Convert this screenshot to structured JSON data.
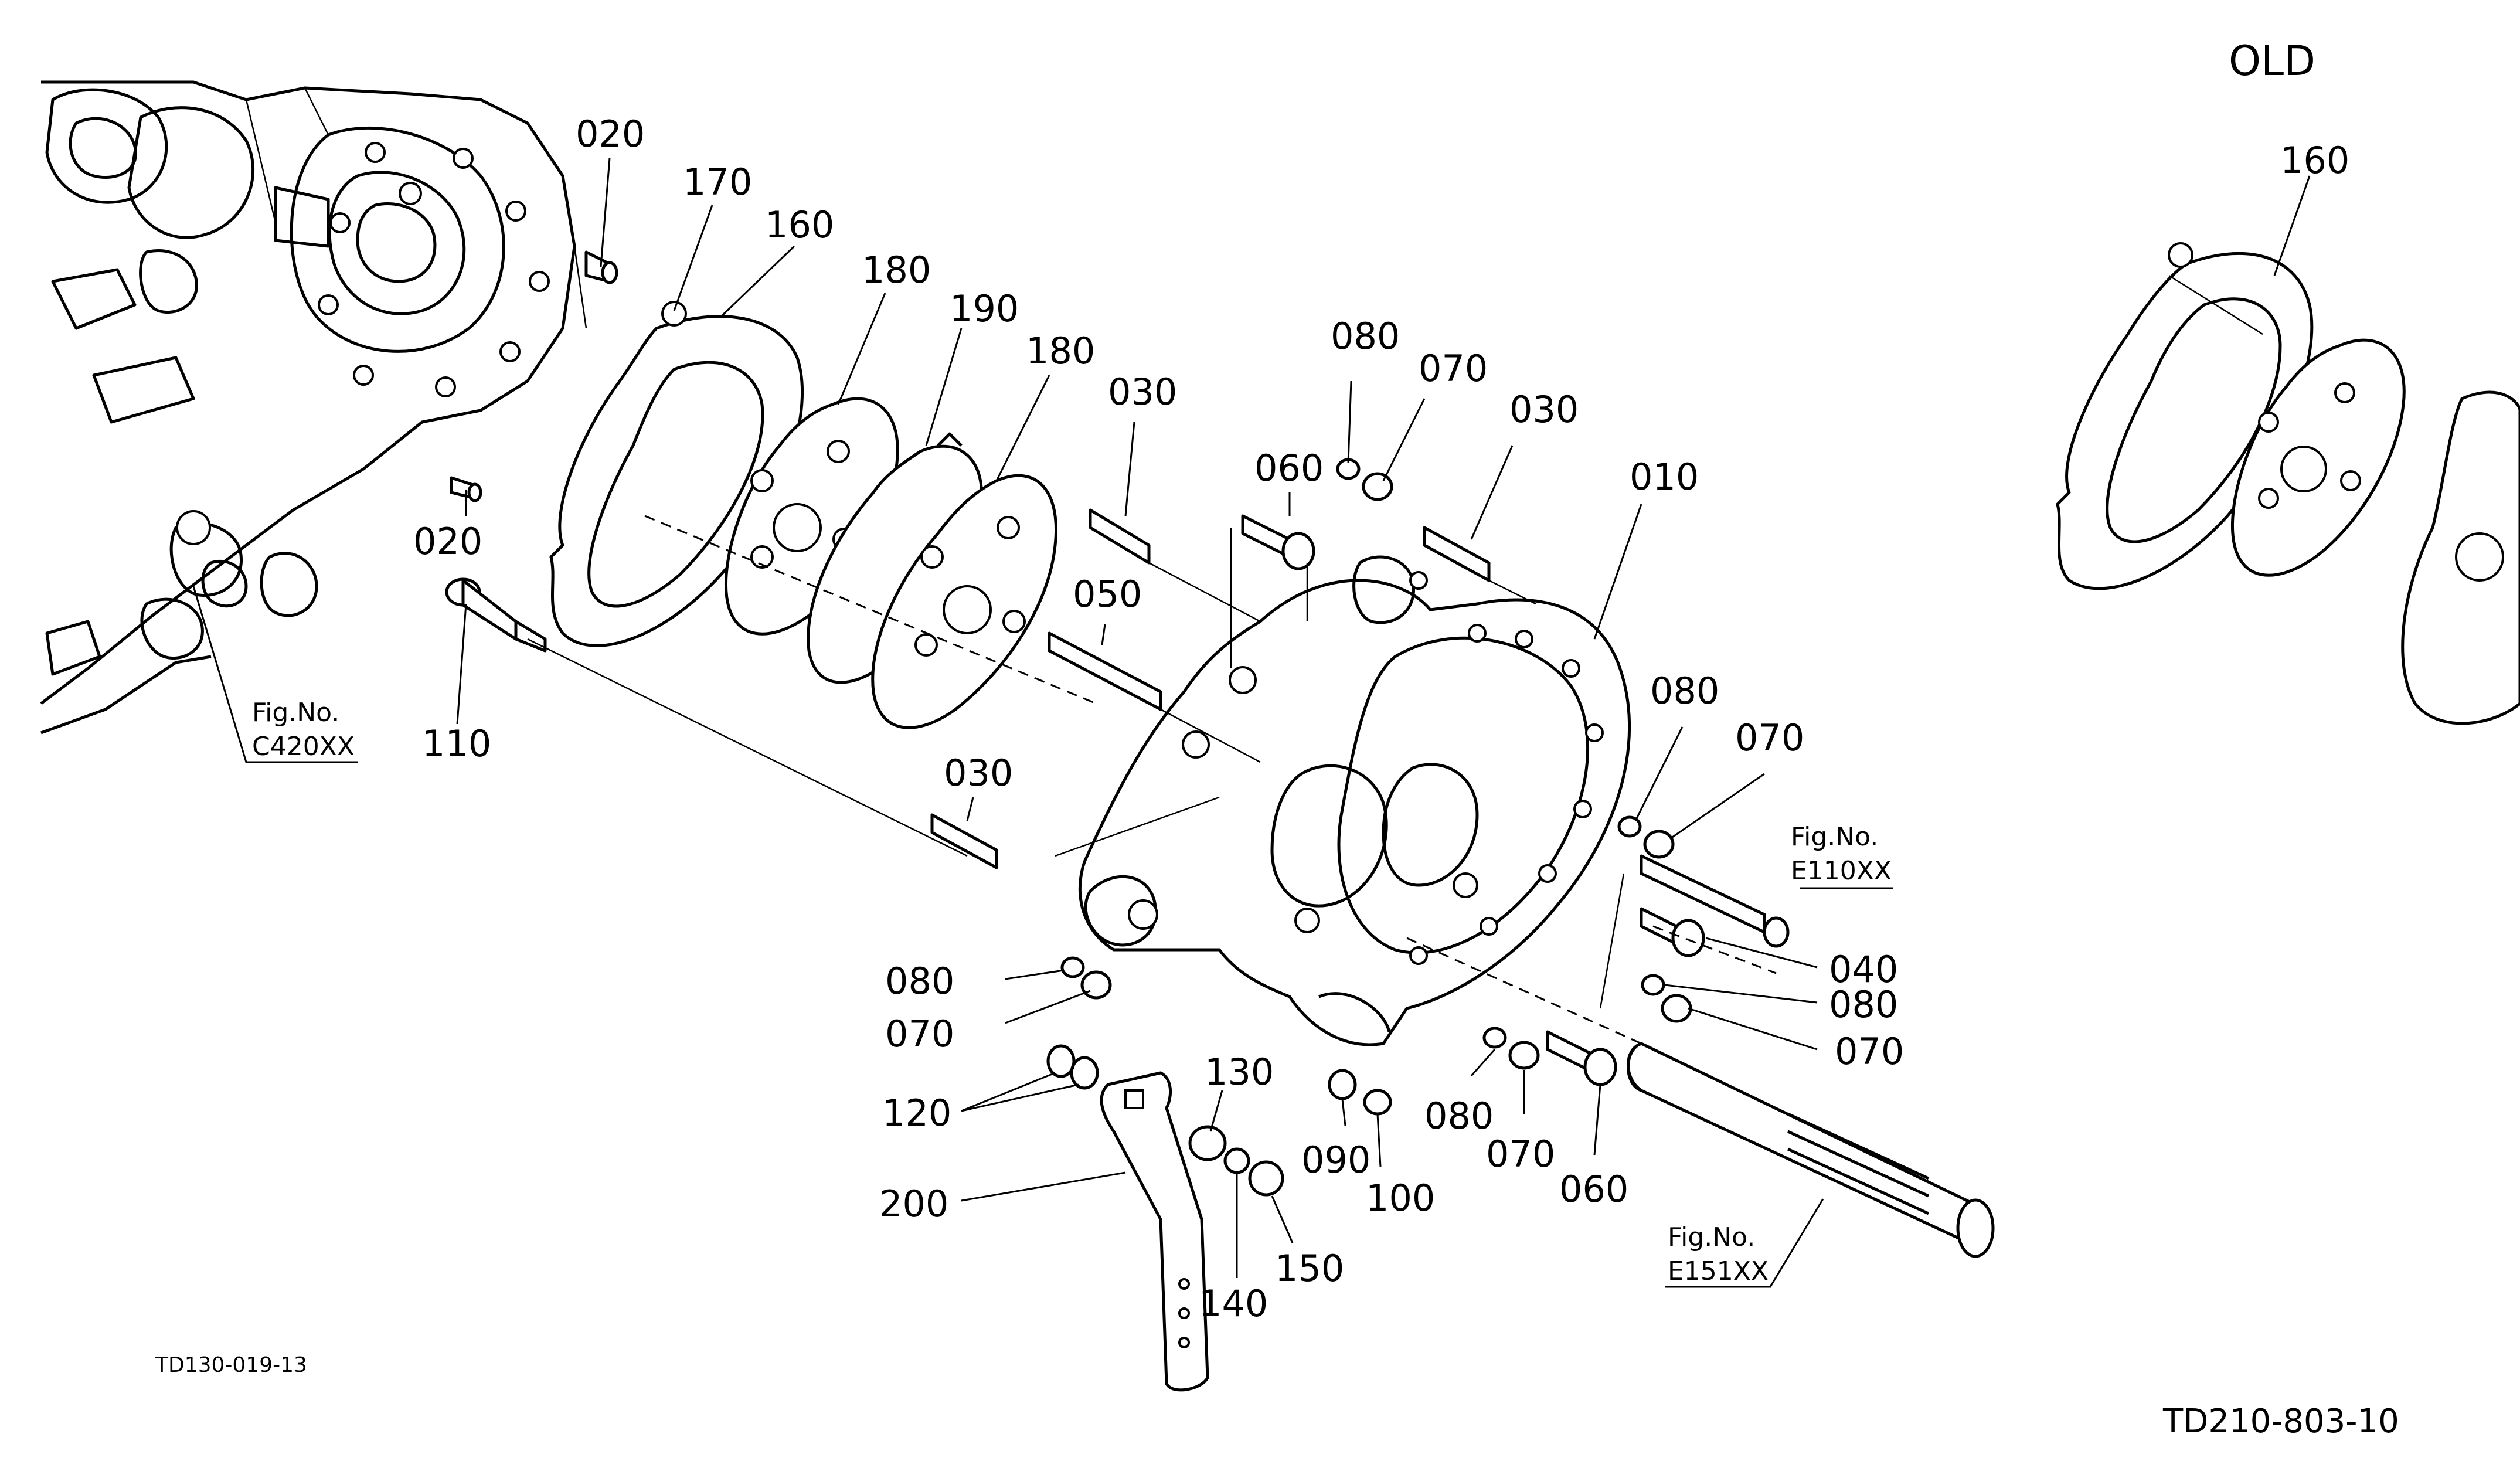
{
  "header": {
    "old_label": "OLD"
  },
  "diagram_codes": {
    "left": "TD130-019-13",
    "right": "TD210-803-10"
  },
  "figure_refs": {
    "c420": {
      "caption": "Fig.No.",
      "code": "C420XX"
    },
    "e110": {
      "caption": "Fig.No.",
      "code": "E110XX"
    },
    "e151": {
      "caption": "Fig.No.",
      "code": "E151XX"
    }
  },
  "callouts": {
    "p020_top": "020",
    "p020_bottom": "020",
    "p170": "170",
    "p160": "160",
    "p180_left": "180",
    "p190": "190",
    "p180_right": "180",
    "p030_top_left": "030",
    "p080_top": "080",
    "p070_top": "070",
    "p030_top_right": "030",
    "p060_top": "060",
    "p010": "010",
    "p050": "050",
    "p110": "110",
    "p030_mid": "030",
    "p080_right_top": "080",
    "p070_right_top": "070",
    "p040": "040",
    "p080_right_bottom": "080",
    "p070_right_bottom": "070",
    "p080_left": "080",
    "p070_left": "070",
    "p120": "120",
    "p130": "130",
    "p200": "200",
    "p140": "140",
    "p150": "150",
    "p090": "090",
    "p100": "100",
    "p080_bottom": "080",
    "p070_bottom": "070",
    "p060_bottom": "060",
    "p160_old": "160"
  }
}
